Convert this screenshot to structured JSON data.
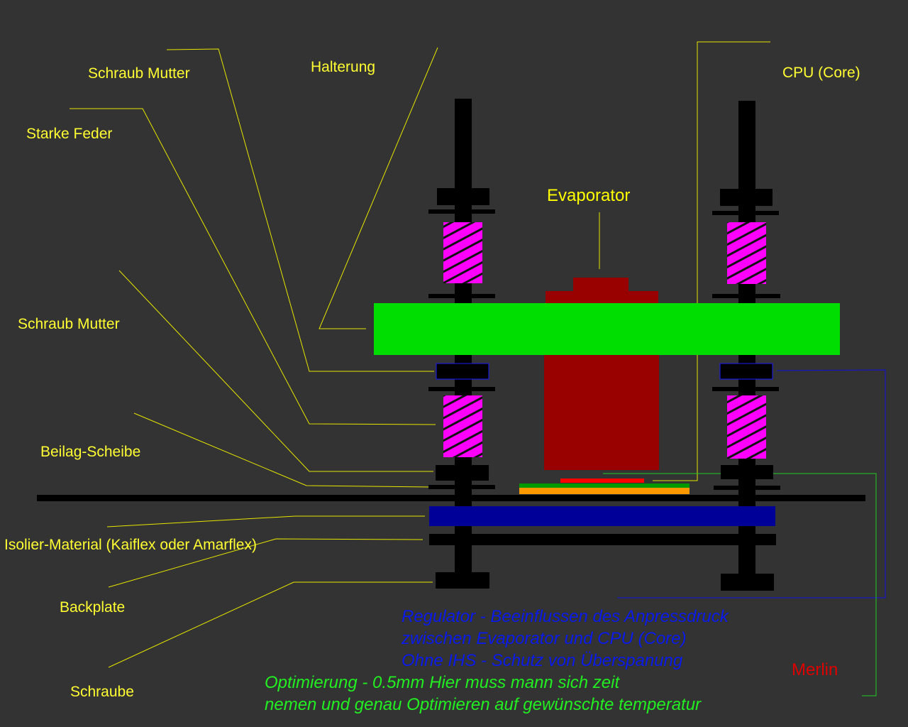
{
  "labels": {
    "schraub_mutter_top": "Schraub Mutter",
    "starke_feder": "Starke Feder",
    "halterung": "Halterung",
    "cpu_core": "CPU (Core)",
    "evaporator": "Evaporator",
    "schraub_mutter_mid": "Schraub Mutter",
    "beilag_scheibe": "Beilag-Scheibe",
    "isolier_material": "Isolier-Material (Kaiflex oder Amarflex)",
    "backplate": "Backplate",
    "schraube": "Schraube"
  },
  "notes": {
    "regulator": [
      "Regulator - Beeinflussen des Anpressdruck",
      "zwischen Evaporator und CPU (Core)",
      "Ohne IHS - Schutz von Überspanung"
    ],
    "optimierung": [
      "Optimierung - 0.5mm Hier muss mann sich zeit",
      "nemen und genau Optimieren auf gewünschte temperatur"
    ],
    "author": "Merlin"
  },
  "colors": {
    "background": "#333333",
    "label": "#ffff33",
    "mount_plate": "#00dd00",
    "evaporator": "#990000",
    "spring": "#ff00ff",
    "insulation": "#000099",
    "cpu_core": "#ff0000",
    "pcb_green": "#009900",
    "cpu_package": "#ff9900",
    "regulator_text": "#0a1ae8",
    "optimierung_text": "#22ee22",
    "author_text": "#dd0000"
  }
}
